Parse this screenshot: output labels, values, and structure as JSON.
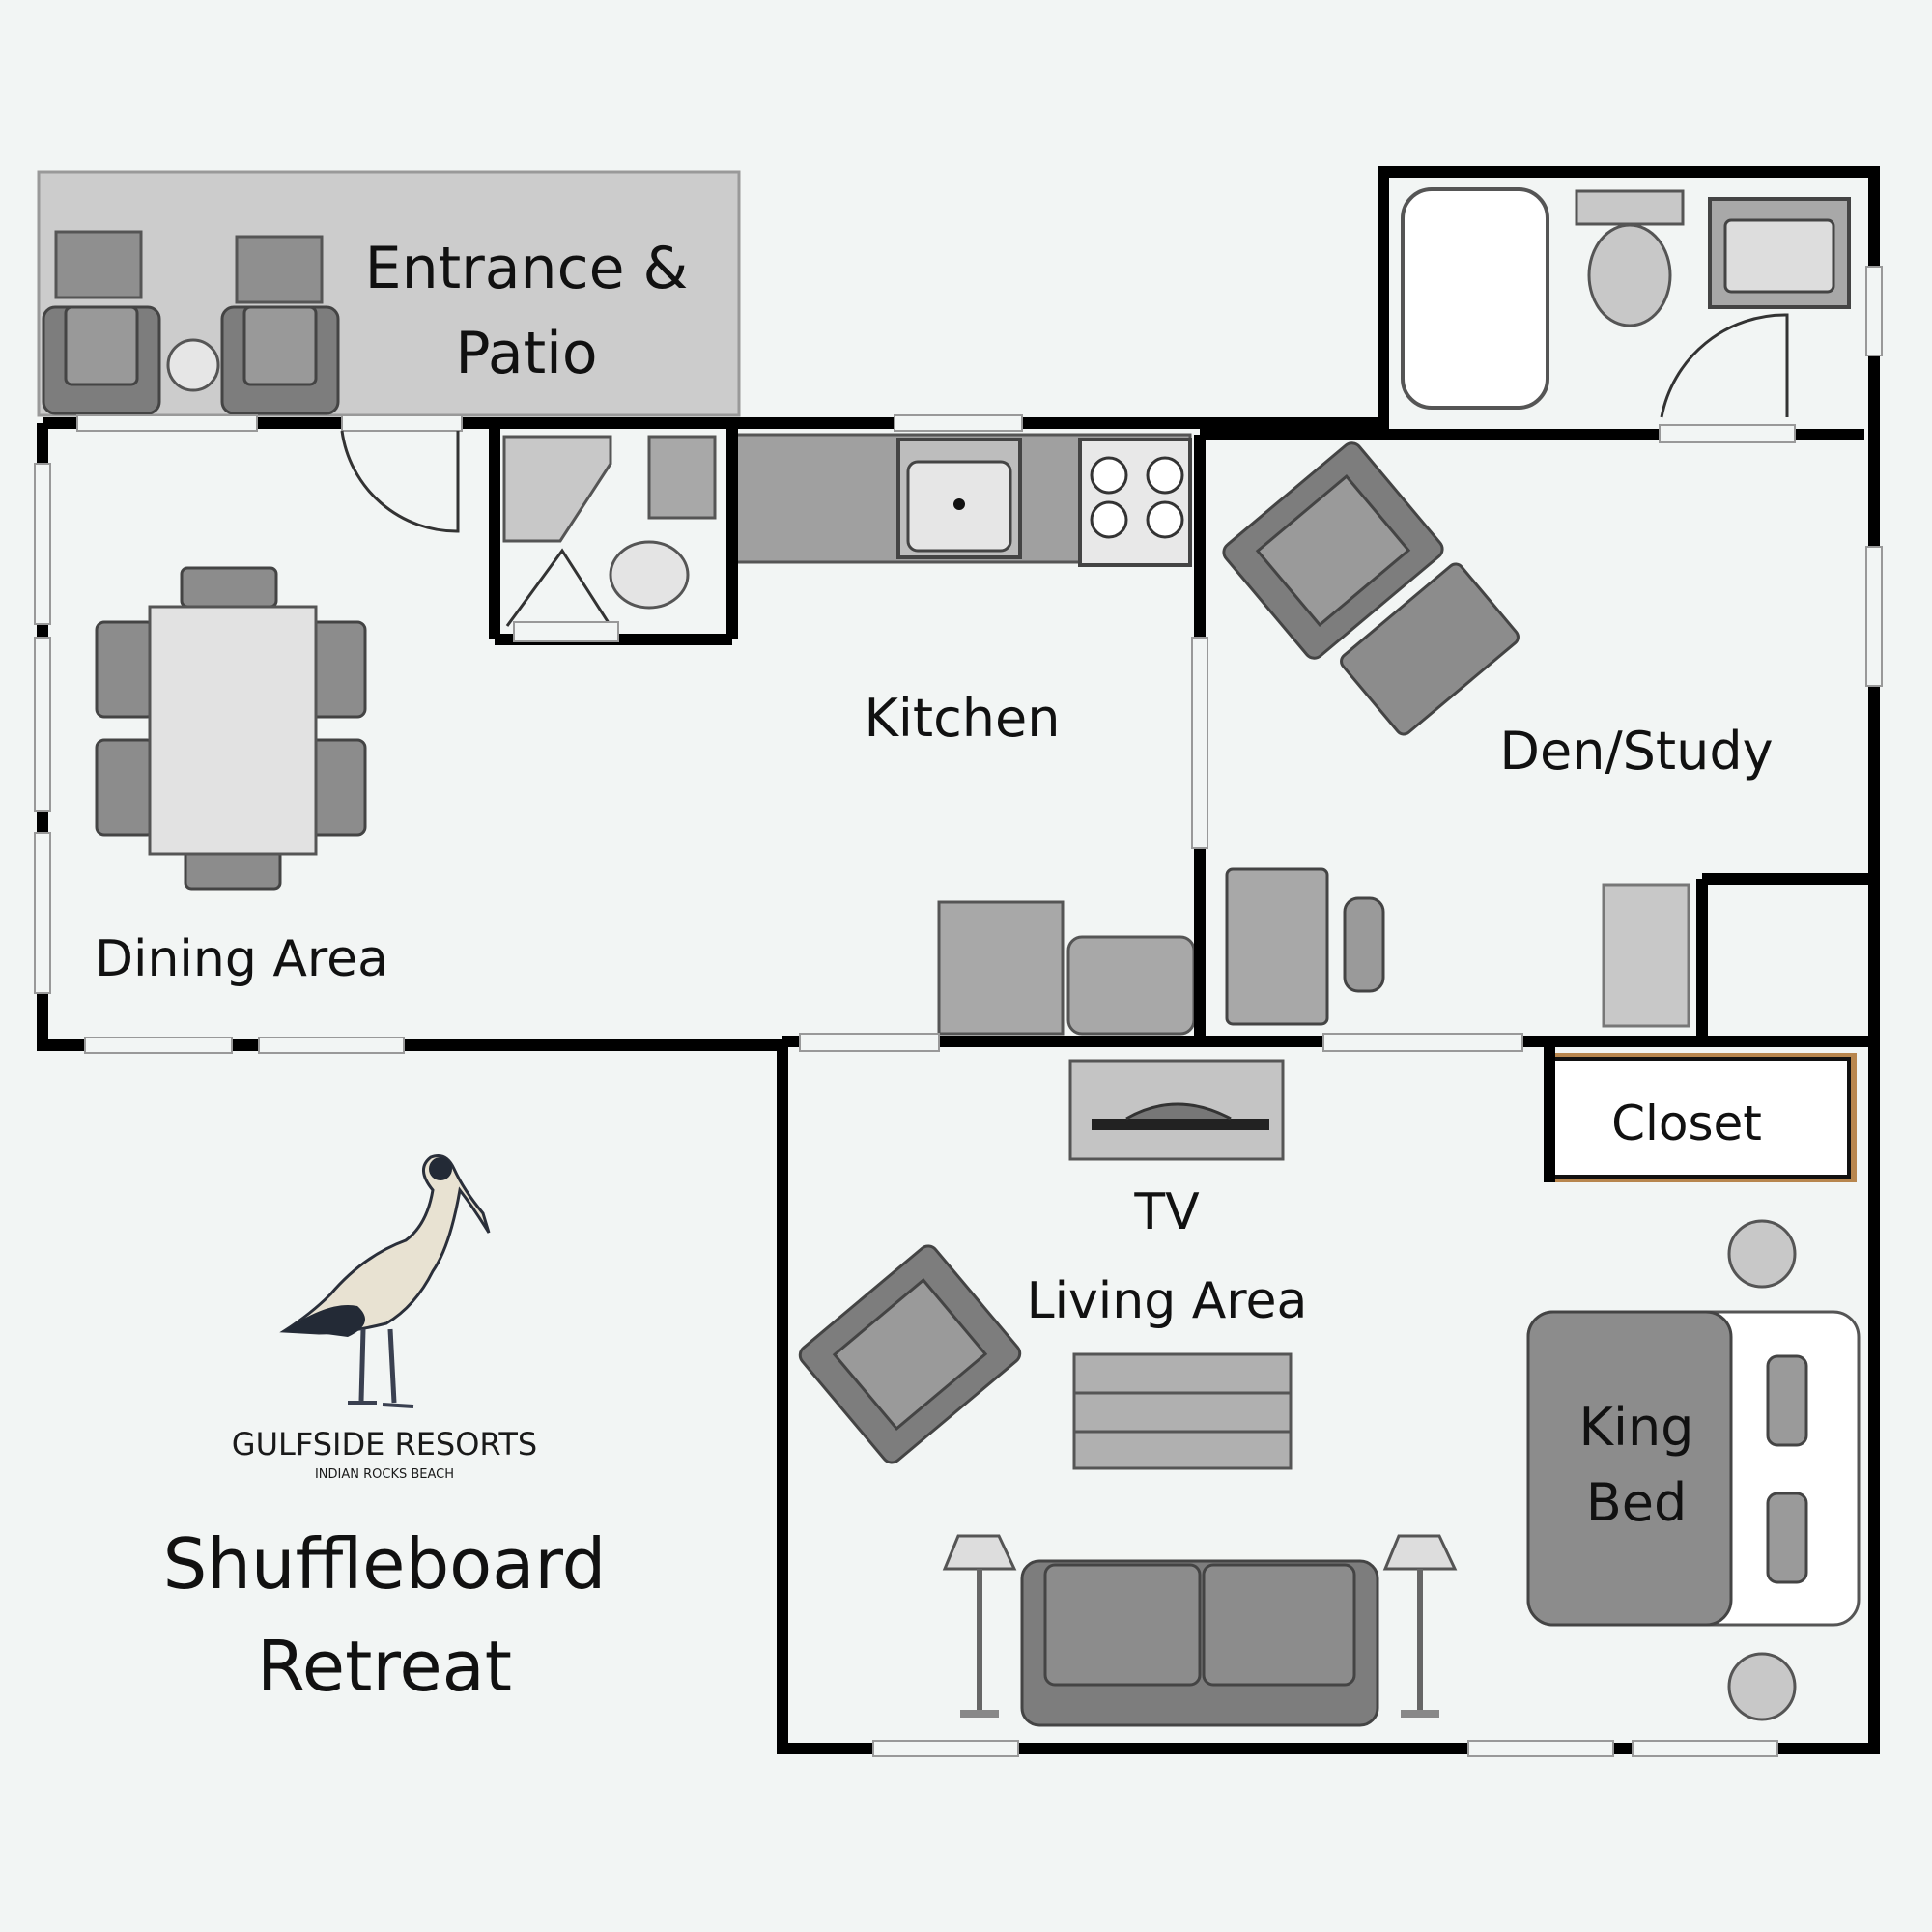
{
  "property": {
    "title_line1": "Shuffleboard",
    "title_line2": "Retreat"
  },
  "brand": {
    "name": "GULFSIDE RESORTS",
    "location": "INDIAN ROCKS BEACH",
    "logo_icon": "ibis-bird-icon"
  },
  "rooms": {
    "entrance_line1": "Entrance &",
    "entrance_line2": "Patio",
    "kitchen": "Kitchen",
    "den": "Den/Study",
    "dining": "Dining Area",
    "closet": "Closet",
    "tv": "TV",
    "living": "Living Area",
    "bed_line1": "King",
    "bed_line2": "Bed"
  },
  "colors": {
    "background": "#f2f5f4",
    "wall": "#000000",
    "furniture": "#8c8c8c",
    "patio": "#cccccc",
    "closet_trim": "#b8864e"
  }
}
